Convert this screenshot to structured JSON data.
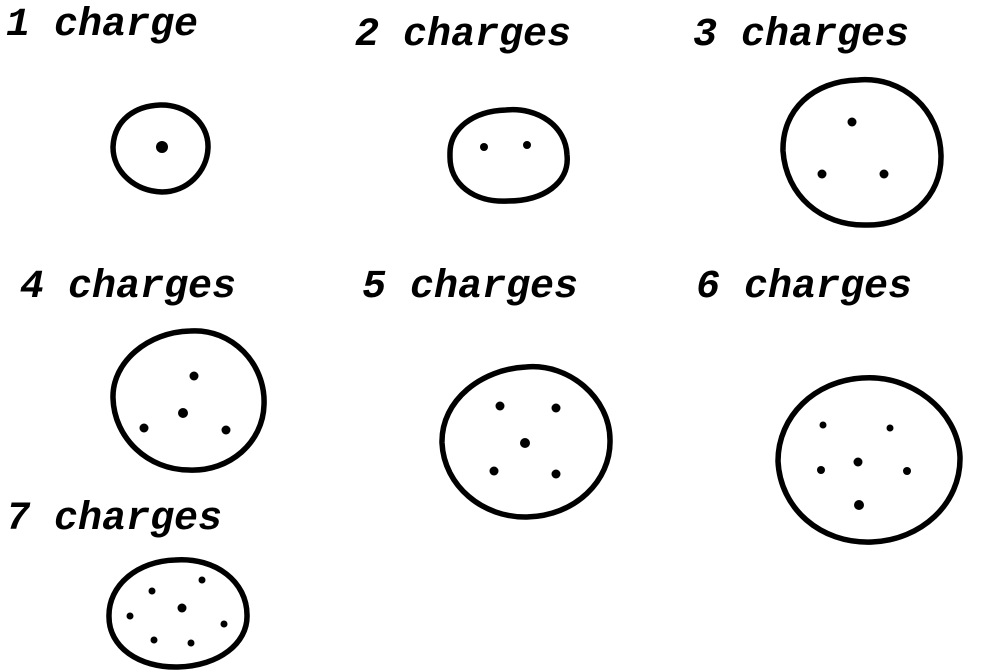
{
  "labels": {
    "one": "1 charge",
    "two": "2 charges",
    "three": "3 charges",
    "four": "4 charges",
    "five": "5 charges",
    "six": "6 charges",
    "seven": "7 charges"
  },
  "colors": {
    "ink": "#000000",
    "background": "#ffffff"
  }
}
